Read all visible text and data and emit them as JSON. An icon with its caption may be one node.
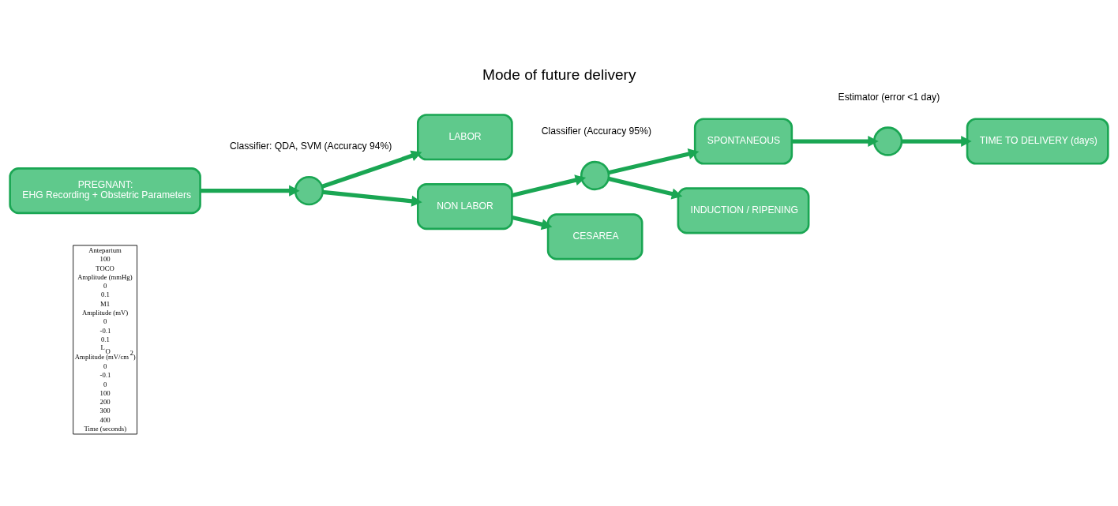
{
  "diagram": {
    "title": "Mode of future delivery",
    "nodes": [
      {
        "text": [
          "PREGNANT:",
          "EHG Recording + Obstetric Parameters"
        ]
      },
      {
        "text": [],
        "shape": "circle",
        "beside": [
          "Classifier: QDA, SVM (Accuracy 94%)"
        ]
      },
      {
        "text": [
          "LABOR"
        ]
      },
      {
        "text": [
          "NON LABOR"
        ]
      },
      {
        "text": [],
        "shape": "circle",
        "beside": [
          "Classifier (Accuracy 95%)"
        ]
      },
      {
        "text": [
          "SPONTANEOUS"
        ]
      },
      {
        "text": [
          "INDUCTION / RIPENING"
        ]
      },
      {
        "text": [
          "CESAREA"
        ]
      },
      {
        "text": [],
        "shape": "circle",
        "beside": [
          "Estimator (error <1 day)"
        ]
      },
      {
        "text": [
          "TIME TO DELIVERY (days)"
        ]
      }
    ],
    "edges": [
      {
        "from": 0,
        "to": 1,
        "arrow": "to"
      },
      {
        "from": 1,
        "to": 2,
        "arrow": "to"
      },
      {
        "from": 1,
        "to": 3,
        "arrow": "to"
      },
      {
        "from": 3,
        "to": 4,
        "arrow": "to"
      },
      {
        "from": 4,
        "to": 5,
        "arrow": "to"
      },
      {
        "from": 4,
        "to": 6,
        "arrow": "to"
      },
      {
        "from": 3,
        "to": 7,
        "arrow": "to"
      },
      {
        "from": 5,
        "to": 8,
        "arrow": "to"
      },
      {
        "from": 8,
        "to": 9,
        "arrow": "to"
      }
    ],
    "labels": [
      "Antepartum",
      "100",
      "TOCO",
      "Amplitude (mmHg)",
      "0",
      "0.1",
      "M1",
      "Amplitude (mV)",
      "0",
      "-0.1",
      "0.1",
      "L$_{O}$",
      "Amplitude (mV/cm$^{2}$)",
      "0",
      "-0.1",
      "0",
      "100",
      "200",
      "300",
      "400",
      "Time (seconds)"
    ]
  }
}
